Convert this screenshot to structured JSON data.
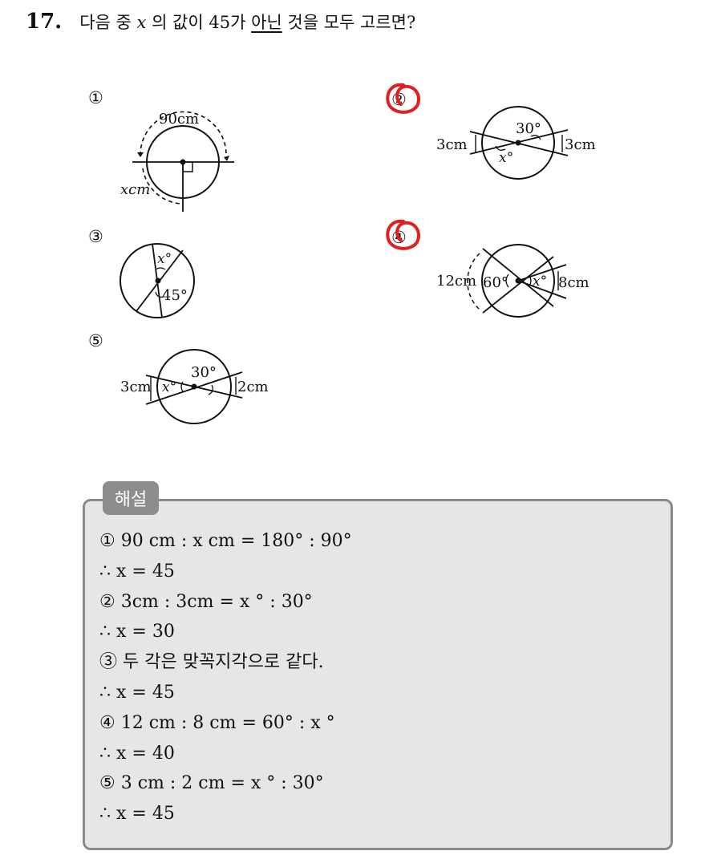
{
  "question": {
    "number": "17.",
    "text_before": "다음 중 ",
    "variable": "x",
    "text_middle": " 의 값이 45가 ",
    "underlined": "아닌",
    "text_after": " 것을 모두 고르면?"
  },
  "choices": [
    {
      "number": "①",
      "labels": {
        "arc": "90cm",
        "length": "xcm"
      }
    },
    {
      "number": "②",
      "labels": {
        "left": "3cm",
        "right": "3cm",
        "angle_top": "30°",
        "angle_bottom": "x°"
      }
    },
    {
      "number": "③",
      "labels": {
        "angle_top": "x°",
        "angle_bottom": "45°"
      }
    },
    {
      "number": "④",
      "labels": {
        "left": "12cm",
        "right": "8cm",
        "angle_left": "60°",
        "angle_right": "x°"
      }
    },
    {
      "number": "⑤",
      "labels": {
        "left": "3cm",
        "right": "2cm",
        "angle_top": "30°",
        "angle_left": "x°"
      }
    }
  ],
  "marked_answers": [
    "②",
    "④"
  ],
  "colors": {
    "mark": "#e02020",
    "box_bg": "#e6e6e6",
    "box_border": "#8a8a8a",
    "tag_bg": "#8d8d8d"
  },
  "solution": {
    "tag": "해설",
    "lines": [
      "① 90 cm : x cm = 180° : 90°",
      "∴ x = 45",
      "② 3cm : 3cm = x ° : 30°",
      "∴ x = 30",
      "③ 두 각은 맞꼭지각으로 같다.",
      "∴ x = 45",
      "④ 12 cm : 8 cm = 60° : x °",
      "∴ x = 40",
      "⑤ 3 cm : 2 cm = x ° : 30°",
      "∴ x = 45"
    ]
  }
}
